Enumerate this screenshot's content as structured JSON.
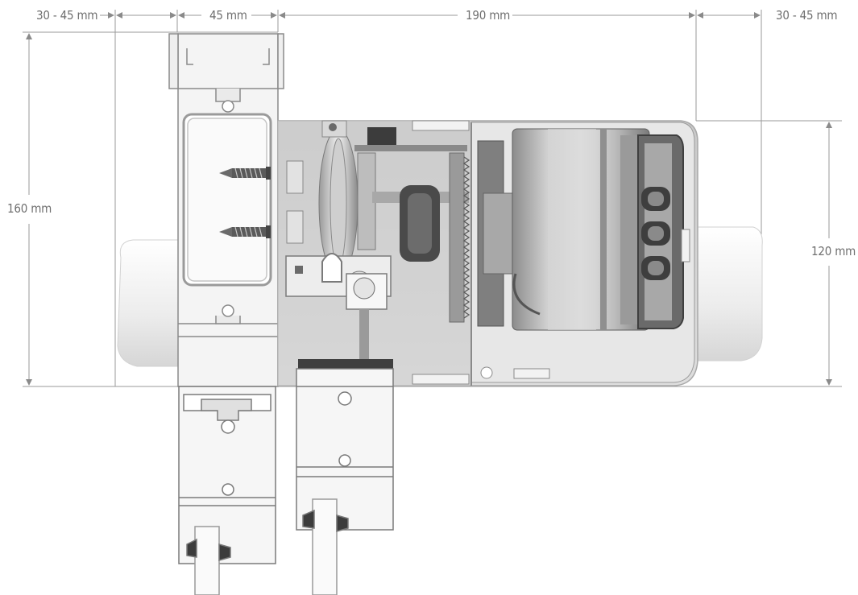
{
  "dimensions": {
    "top_left_gap": "30 - 45 mm",
    "profile_width": "45 mm",
    "motor_width": "190 mm",
    "top_right_gap": "30 - 45 mm",
    "total_height": "160 mm",
    "motor_height": "120 mm"
  },
  "colors": {
    "dimension_line": "#9a9a9a",
    "housing": "#e9e9e9",
    "aluminium": "#f2f2f2",
    "profile_outline": "#8a8a8a",
    "dark_part": "#5a5a5a"
  }
}
